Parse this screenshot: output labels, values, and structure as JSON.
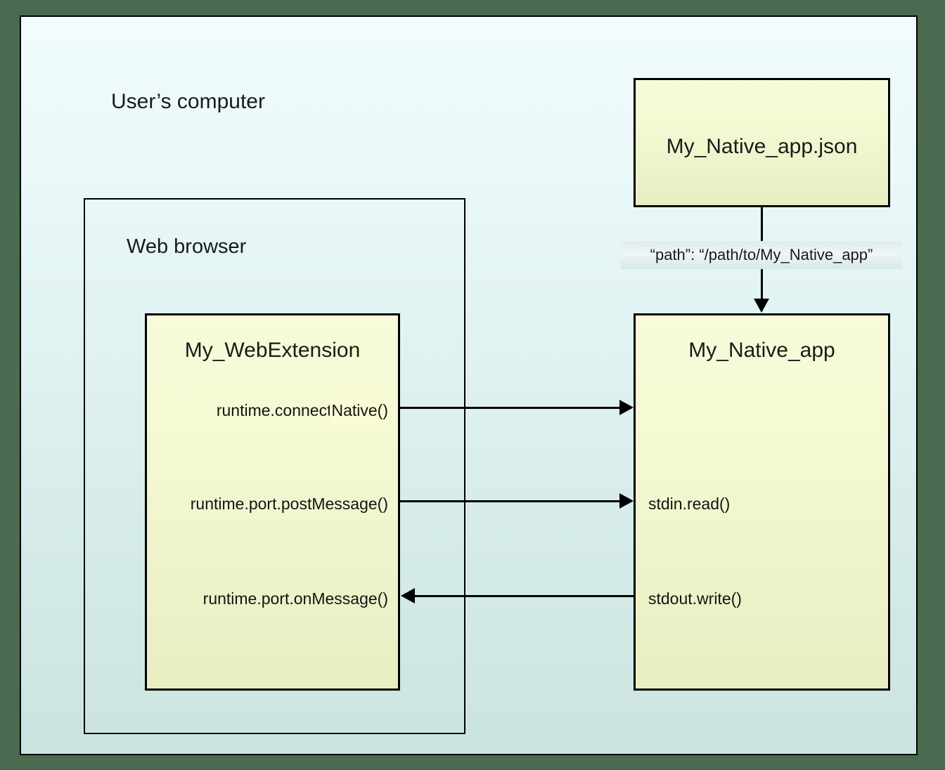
{
  "diagram": {
    "title_outer": "User’s computer",
    "title_browser": "Web browser",
    "boxes": {
      "webextension": {
        "title": "My_WebExtension",
        "calls": [
          {
            "label": "runtime.connectNative()",
            "highlight_tail": "Native()",
            "highlight_head": "runtime.connect"
          },
          {
            "label": "runtime.port.postMessage()"
          },
          {
            "label": "runtime.port.onMessage()"
          }
        ]
      },
      "native_app": {
        "title": "My_Native_app",
        "calls": [
          {
            "label": "stdin.read()"
          },
          {
            "label": "stdout.write()"
          }
        ]
      },
      "manifest": {
        "title": "My_Native_app.json"
      }
    },
    "annotations": {
      "path_entry": "“path”: “/path/to/My_Native_app”"
    },
    "colors": {
      "page_frame": "#4a6b50",
      "canvas_top": "#f2fcfc",
      "canvas_bottom": "#cbe3e0",
      "component_fill_top": "#f7fbd8",
      "component_fill_bottom": "#e9edc2",
      "stroke": "#000000",
      "annotation_fill": "#e3efef",
      "highlight": "#fbfbd6"
    }
  }
}
